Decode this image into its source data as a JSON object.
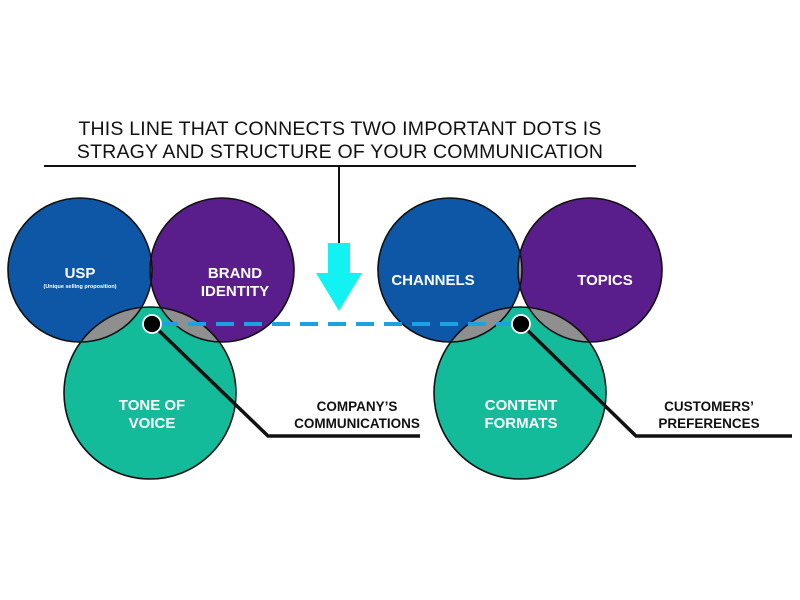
{
  "header": {
    "line1": "THIS LINE THAT CONNECTS TWO IMPORTANT DOTS IS",
    "line2": "STRAGY AND STRUCTURE OF YOUR COMMUNICATION"
  },
  "colors": {
    "blue": "#0d57a6",
    "purple": "#5a1e8c",
    "teal": "#13bb9a",
    "overlap_gray": "#8f8f8f",
    "center_orange": "#e0820f",
    "dash_blue": "#1aa3e0",
    "arrow_cyan": "#12f2f2",
    "ink": "#111111"
  },
  "left_venn": {
    "circles": [
      {
        "name": "usp",
        "label": "USP",
        "sublabel": "(Unique selling proposition)"
      },
      {
        "name": "brand-identity",
        "label_lines": [
          "BRAND",
          "IDENTITY"
        ]
      },
      {
        "name": "tone-of-voice",
        "label_lines": [
          "TONE OF",
          "VOICE"
        ]
      }
    ],
    "callout_lines": [
      "COMPANY’S",
      "COMMUNICATIONS"
    ]
  },
  "right_venn": {
    "circles": [
      {
        "name": "channels",
        "label": "CHANNELS"
      },
      {
        "name": "topics",
        "label": "TOPICS"
      },
      {
        "name": "content-formats",
        "label_lines": [
          "CONTENT",
          "FORMATS"
        ]
      }
    ],
    "callout_lines": [
      "CUSTOMERS’",
      "PREFERENCES"
    ]
  },
  "icons": {
    "pointer_arrow": "arrow-down-icon"
  }
}
